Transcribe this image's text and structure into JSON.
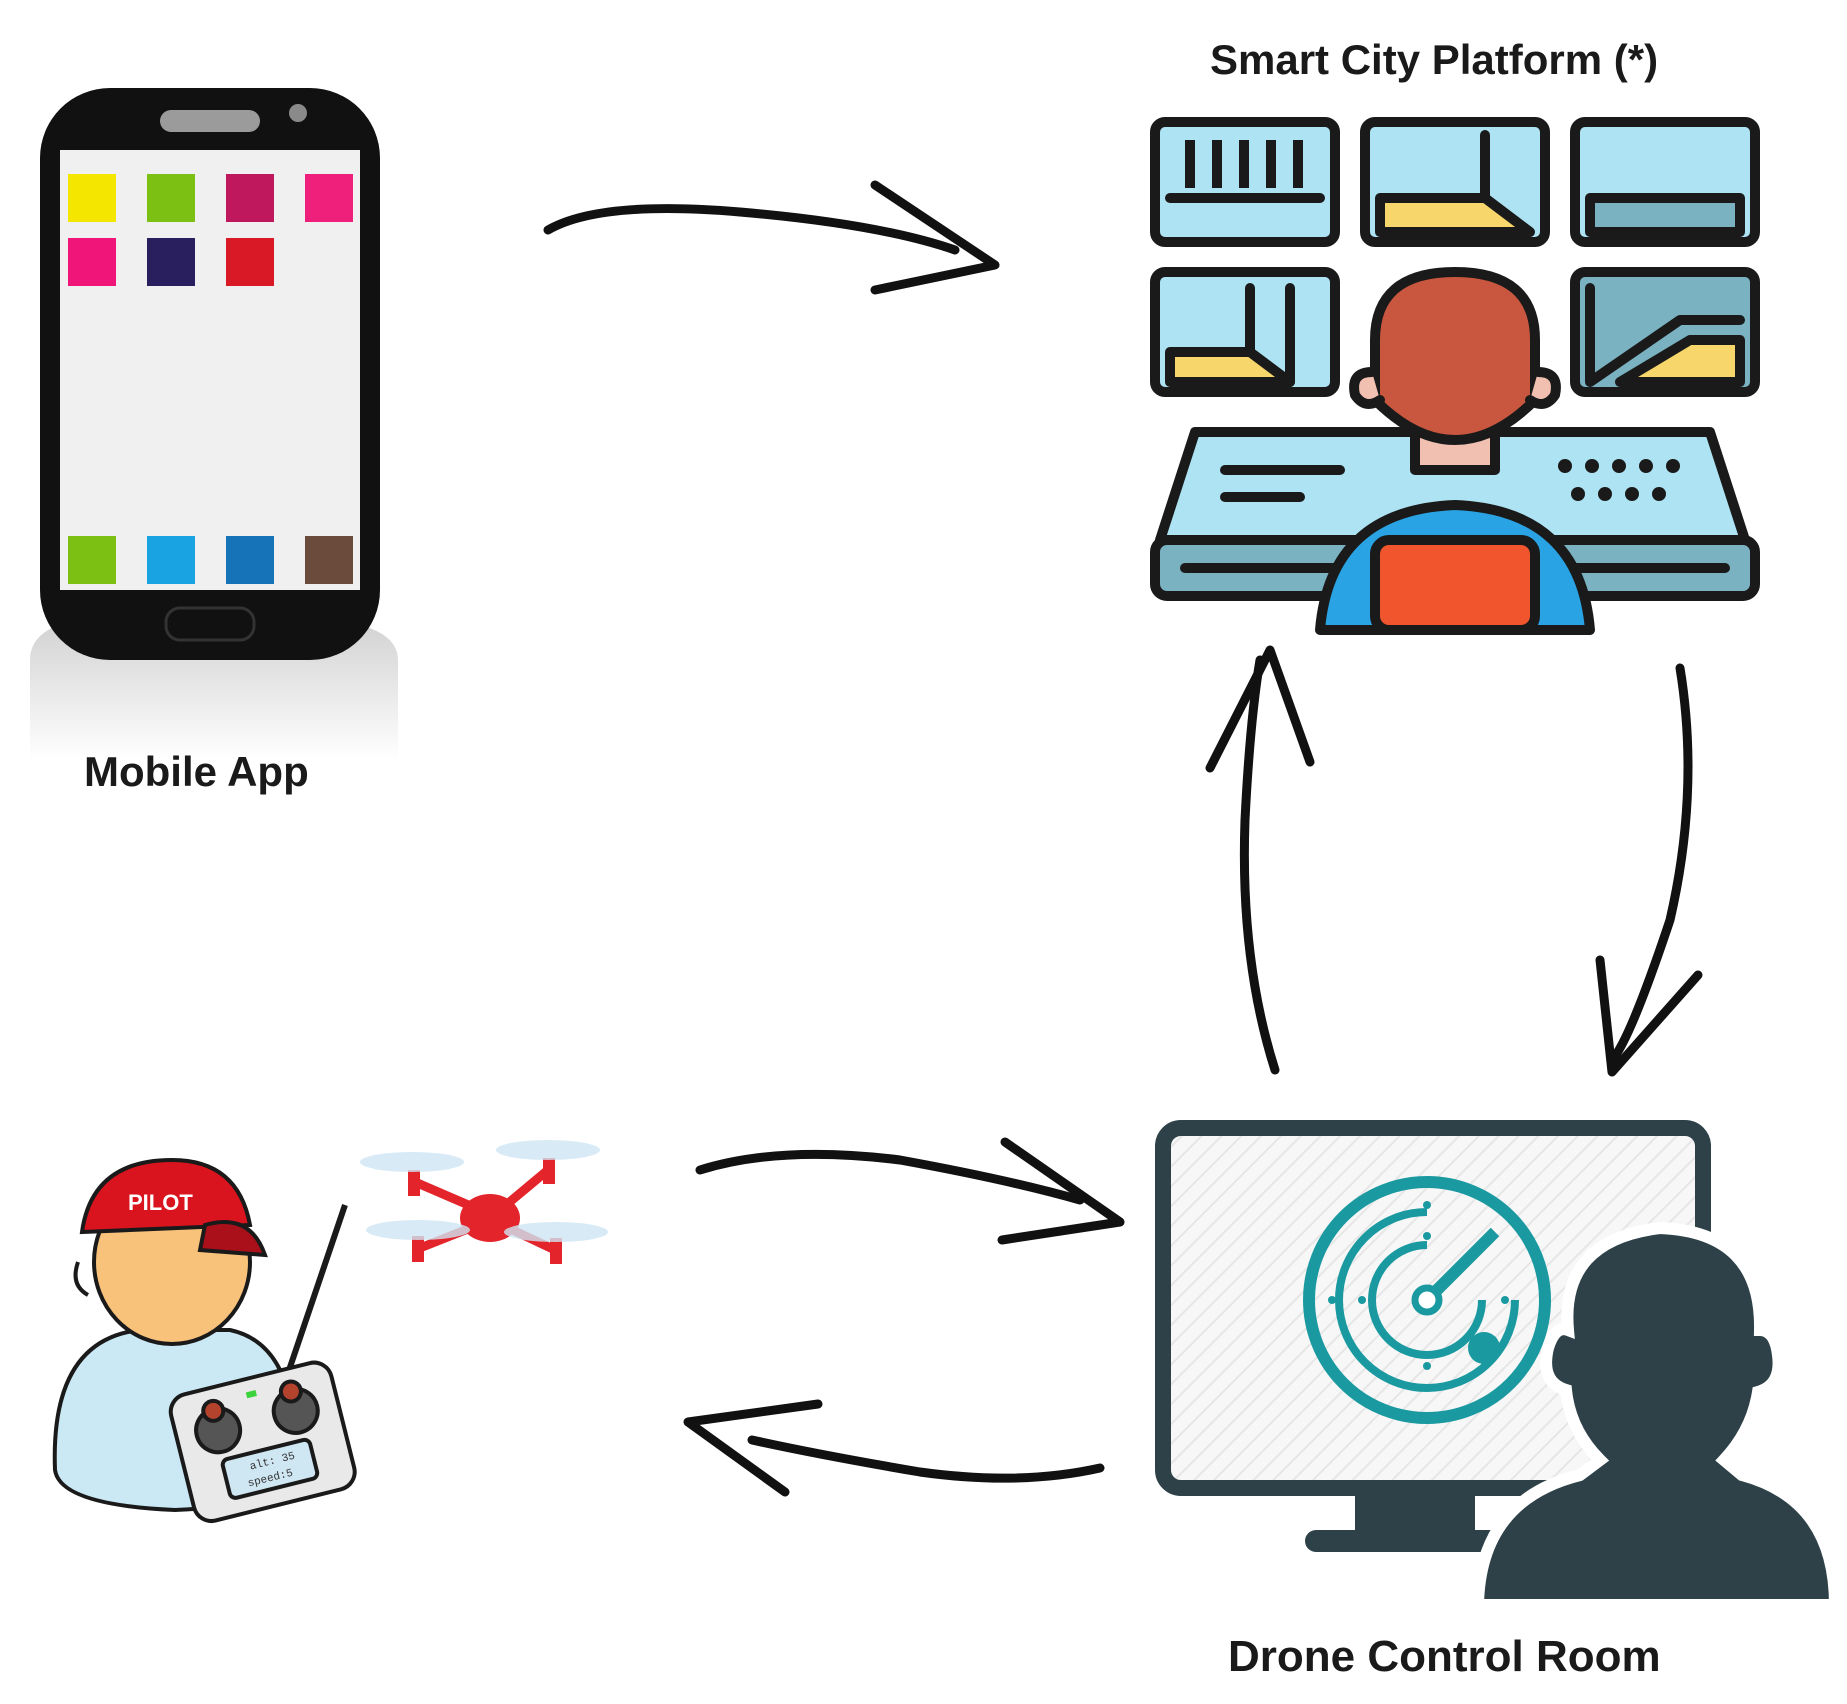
{
  "labels": {
    "platform": "Smart City Platform (*)",
    "mobile": "Mobile App",
    "control_room": "Drone Control Room",
    "pilot_cap": "PILOT",
    "controller_screen_line1": "alt: 35",
    "controller_screen_line2": "speed:5"
  },
  "colors": {
    "outline": "#1a1a1a",
    "phone_screen": "#f0f0f0",
    "radar_teal": "#1a9aa0",
    "silhouette": "#2e4148",
    "drone_red": "#e3242b",
    "cap_red": "#d9141e",
    "monitor_light_blue": "#aee3f3",
    "monitor_yellow": "#f7d76b",
    "operator_hair": "#c9573f",
    "operator_shirt": "#29a3e3",
    "operator_chair": "#f0552d"
  },
  "phone_app_icons_top": [
    "#f5e600",
    "#7cc014",
    "#c0185d",
    "#ef1f7c",
    "#ef1579",
    "#2a1f5e",
    "#d91a26"
  ],
  "phone_app_icons_bottom": [
    "#7cc014",
    "#1aa3e3",
    "#1673b8",
    "#6b4b3c"
  ],
  "icons": [
    "mobile-phone-icon",
    "smart-city-operator-icon",
    "drone-pilot-icon",
    "quadcopter-drone-icon",
    "radar-monitor-icon",
    "operator-silhouette-icon"
  ],
  "arrows": [
    {
      "from": "Mobile App",
      "to": "Smart City Platform (*)"
    },
    {
      "from": "Drone Control Room",
      "to": "Smart City Platform (*)"
    },
    {
      "from": "Smart City Platform (*)",
      "to": "Drone Control Room"
    },
    {
      "from": "Drone pilot",
      "to": "Drone Control Room"
    },
    {
      "from": "Drone Control Room",
      "to": "Drone pilot"
    }
  ]
}
